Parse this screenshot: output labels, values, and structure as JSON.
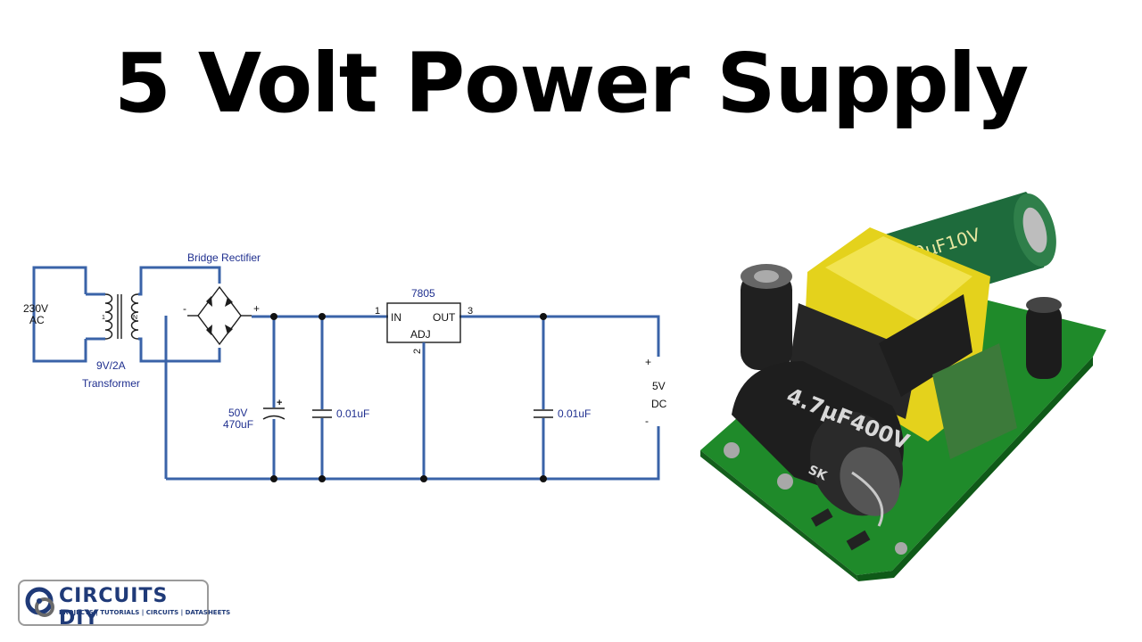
{
  "title": "5 Volt Power Supply",
  "schematic": {
    "ac_voltage": "230V",
    "ac_label": "AC",
    "transformer_rating": "9V/2A",
    "transformer_label": "Transformer",
    "rectifier_label": "Bridge Rectifier",
    "rectifier_minus": "-",
    "rectifier_plus": "+",
    "cap1_voltage": "50V",
    "cap1_value": "470uF",
    "cap1_polarity": "+",
    "cap2_value": "0.01uF",
    "cap3_value": "0.01uF",
    "regulator_name": "7805",
    "regulator_in": "IN",
    "regulator_out": "OUT",
    "regulator_adj": "ADJ",
    "pin1": "1",
    "pin2": "2",
    "pin3": "3",
    "output_voltage": "5V",
    "output_type": "DC",
    "output_plus": "+",
    "output_minus": "-",
    "winding_primary": "1",
    "winding_secondary": "N"
  },
  "module": {
    "cap_marking": "4.7µF400V",
    "cap_brand": "SK",
    "top_cap_marking": "10µF10V"
  },
  "logo": {
    "name": "CIRCUITS DIY",
    "tagline": "PROJECTS | TUTORIALS | CIRCUITS | DATASHEETS"
  },
  "colors": {
    "wire": "#3a63a8",
    "label": "#1f2f8f",
    "pcb": "#1f8a2a",
    "transformer": "#e4d21c"
  }
}
